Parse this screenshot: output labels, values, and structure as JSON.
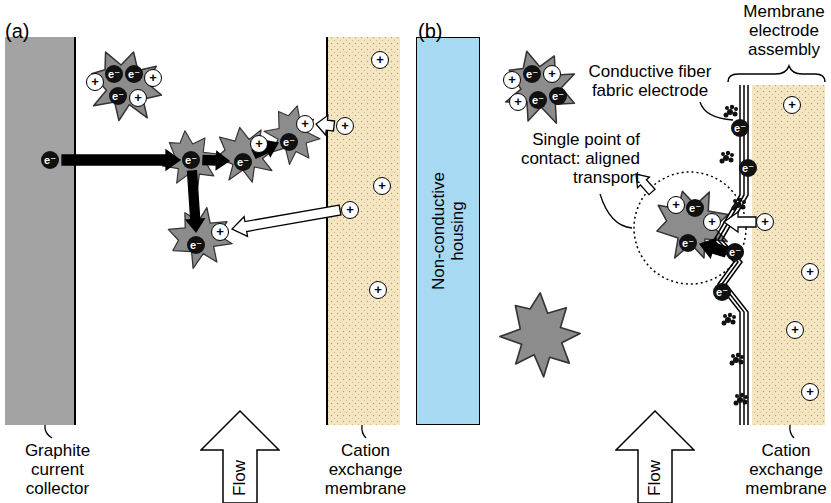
{
  "diagram": {
    "nodes": [
      {
        "text": [
          "Flow"
        ]
      },
      {
        "text": [
          "Non-conductive housing"
        ]
      },
      {
        "text": [
          "Flow"
        ]
      }
    ],
    "labels": [
      "(a)",
      "Graphite current collector",
      "Cation exchange membrane",
      "(b)",
      "Membrane electrode assembly",
      "Conductive fiber fabric electrode",
      "Single point of contact: aligned transport",
      "Cation exchange membrane",
      "+",
      "e⁻",
      "e⁻",
      "+",
      "e⁻",
      "+",
      "e⁻",
      "e⁻",
      "e⁻",
      "+",
      "e⁻",
      "+",
      "e⁻",
      "+",
      "+",
      "+",
      "+",
      "+",
      "+",
      "+",
      "e⁻",
      "+",
      "+",
      "e⁻",
      "e⁻",
      "e⁻",
      "e⁻",
      "e⁻",
      "e⁻",
      "+",
      "e⁻",
      "+",
      "e⁻",
      "+",
      "+",
      "+",
      "+",
      "+"
    ]
  }
}
